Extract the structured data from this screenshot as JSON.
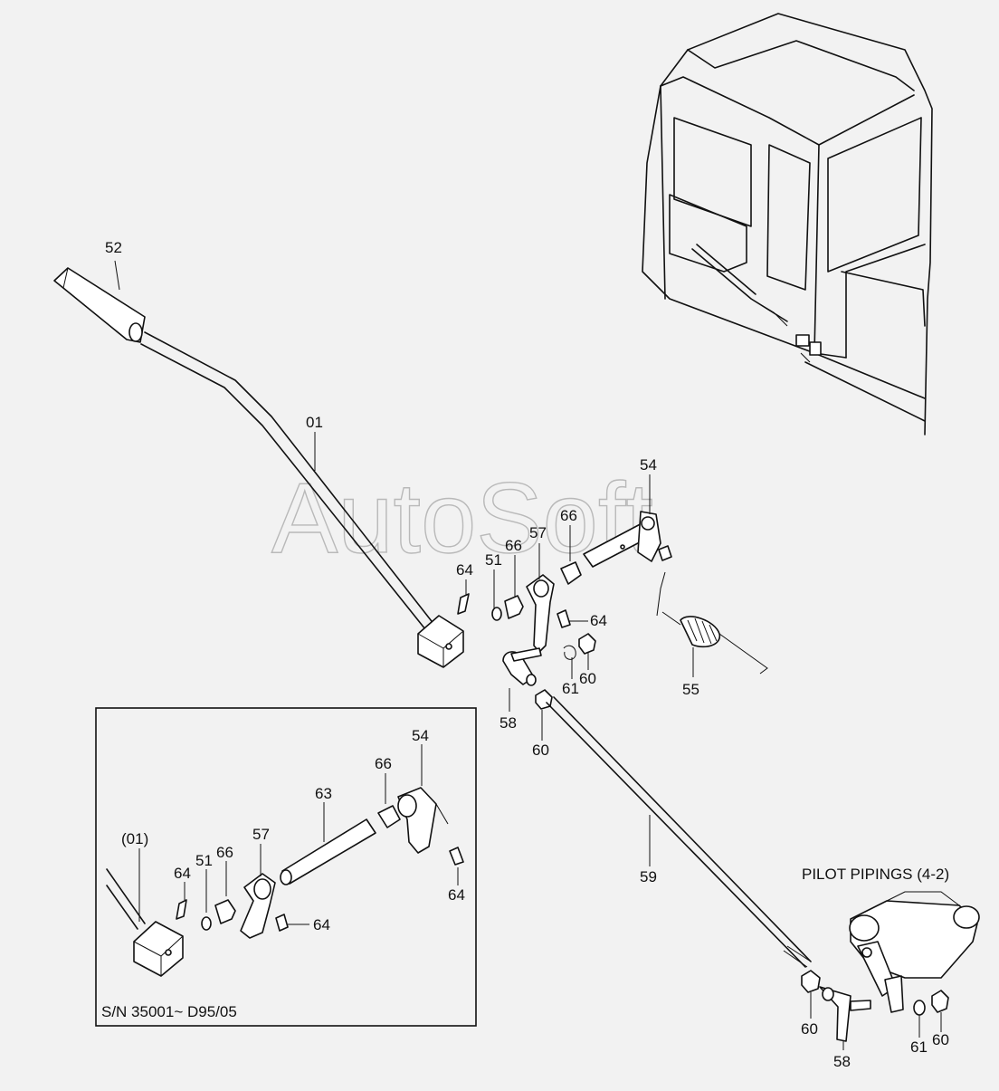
{
  "watermark": "AutoSoft",
  "inset": {
    "serial": "S/N  35001~ D95/05"
  },
  "pilot_ref": "PILOT  PIPINGS (4-2)",
  "callouts": {
    "c52": "52",
    "c01": "01",
    "c54": "54",
    "c66a": "66",
    "c57": "57",
    "c66b": "66",
    "c51": "51",
    "c64a": "64",
    "c64b": "64",
    "c61": "61",
    "c60a": "60",
    "c55": "55",
    "c58": "58",
    "c60b": "60",
    "c59": "59",
    "c60c": "60",
    "c58b": "58",
    "c61b": "61",
    "c60d": "60"
  },
  "inset_callouts": {
    "i54": "54",
    "i66a": "66",
    "i63": "63",
    "i01": "(01)",
    "i57": "57",
    "i51": "51",
    "i66b": "66",
    "i64a": "64",
    "i64b": "64",
    "i64c": "64"
  }
}
